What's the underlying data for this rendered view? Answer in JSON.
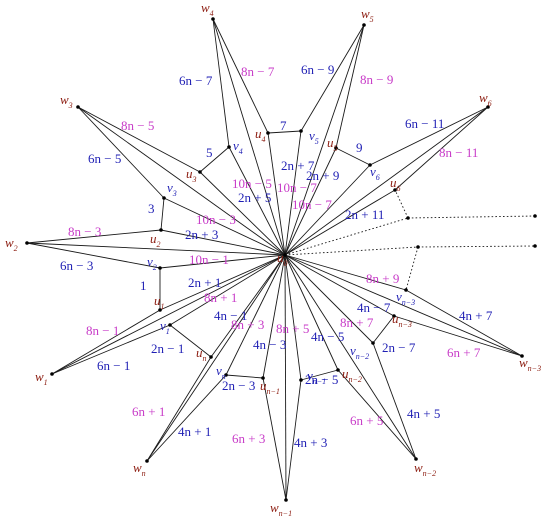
{
  "colors": {
    "edge": "#1a1a1a",
    "vertex_label": "#8b1a0e",
    "v_label": "#1f1fb4",
    "blue_label": "#1f1fb4",
    "magenta_label": "#c83cc8"
  },
  "vertices": [
    {
      "id": "u0",
      "base": "u",
      "sub": "0",
      "color": "vertex_label"
    },
    {
      "id": "w4",
      "base": "w",
      "sub": "4",
      "color": "vertex_label"
    },
    {
      "id": "w5",
      "base": "w",
      "sub": "5",
      "color": "vertex_label"
    },
    {
      "id": "w3",
      "base": "w",
      "sub": "3",
      "color": "vertex_label"
    },
    {
      "id": "w6",
      "base": "w",
      "sub": "6",
      "color": "vertex_label"
    },
    {
      "id": "w2",
      "base": "w",
      "sub": "2",
      "color": "vertex_label"
    },
    {
      "id": "w1",
      "base": "w",
      "sub": "1",
      "color": "vertex_label"
    },
    {
      "id": "wn",
      "base": "w",
      "sub": "n",
      "color": "vertex_label"
    },
    {
      "id": "wn1",
      "base": "w",
      "sub": "n−1",
      "color": "vertex_label"
    },
    {
      "id": "wn2",
      "base": "w",
      "sub": "n−2",
      "color": "vertex_label"
    },
    {
      "id": "wn3",
      "base": "w",
      "sub": "n−3",
      "color": "vertex_label"
    },
    {
      "id": "u1",
      "base": "u",
      "sub": "1",
      "color": "vertex_label"
    },
    {
      "id": "u2",
      "base": "u",
      "sub": "2",
      "color": "vertex_label"
    },
    {
      "id": "u3",
      "base": "u",
      "sub": "3",
      "color": "vertex_label"
    },
    {
      "id": "u4",
      "base": "u",
      "sub": "4",
      "color": "vertex_label"
    },
    {
      "id": "u5",
      "base": "u",
      "sub": "5",
      "color": "vertex_label"
    },
    {
      "id": "u6",
      "base": "u",
      "sub": "6",
      "color": "vertex_label"
    },
    {
      "id": "un",
      "base": "u",
      "sub": "n",
      "color": "vertex_label"
    },
    {
      "id": "un1",
      "base": "u",
      "sub": "n−1",
      "color": "vertex_label"
    },
    {
      "id": "un2",
      "base": "u",
      "sub": "n−2",
      "color": "vertex_label"
    },
    {
      "id": "un3",
      "base": "u",
      "sub": "n−3",
      "color": "vertex_label"
    },
    {
      "id": "v1",
      "base": "v",
      "sub": "1",
      "color": "v_label"
    },
    {
      "id": "v2",
      "base": "v",
      "sub": "2",
      "color": "v_label"
    },
    {
      "id": "v3",
      "base": "v",
      "sub": "3",
      "color": "v_label"
    },
    {
      "id": "v4",
      "base": "v",
      "sub": "4",
      "color": "v_label"
    },
    {
      "id": "v5",
      "base": "v",
      "sub": "5",
      "color": "v_label"
    },
    {
      "id": "v6",
      "base": "v",
      "sub": "6",
      "color": "v_label"
    },
    {
      "id": "vn",
      "base": "v",
      "sub": "n",
      "color": "v_label"
    },
    {
      "id": "vn1",
      "base": "v",
      "sub": "n−1",
      "color": "v_label"
    },
    {
      "id": "vn2",
      "base": "v",
      "sub": "n−2",
      "color": "v_label"
    },
    {
      "id": "vn3",
      "base": "v",
      "sub": "n−3",
      "color": "v_label"
    }
  ],
  "edges": [
    [
      "u0",
      "u1"
    ],
    [
      "u0",
      "u2"
    ],
    [
      "u0",
      "u3"
    ],
    [
      "u0",
      "u4"
    ],
    [
      "u0",
      "u5"
    ],
    [
      "u0",
      "u6"
    ],
    [
      "u0",
      "un"
    ],
    [
      "u0",
      "un1"
    ],
    [
      "u0",
      "un2"
    ],
    [
      "u0",
      "un3"
    ],
    [
      "u0",
      "v1"
    ],
    [
      "u0",
      "v2"
    ],
    [
      "u0",
      "v3"
    ],
    [
      "u0",
      "v4"
    ],
    [
      "u0",
      "v5"
    ],
    [
      "u0",
      "v6"
    ],
    [
      "u0",
      "vn"
    ],
    [
      "u0",
      "vn1"
    ],
    [
      "u0",
      "vn2"
    ],
    [
      "u0",
      "vn3"
    ],
    [
      "u0",
      "w1"
    ],
    [
      "u0",
      "w2"
    ],
    [
      "u0",
      "w3"
    ],
    [
      "u0",
      "w4"
    ],
    [
      "u0",
      "w5"
    ],
    [
      "u0",
      "w6"
    ],
    [
      "u0",
      "wn"
    ],
    [
      "u0",
      "wn1"
    ],
    [
      "u0",
      "wn2"
    ],
    [
      "u0",
      "wn3"
    ],
    [
      "w4",
      "u4"
    ],
    [
      "w4",
      "v4"
    ],
    [
      "w5",
      "u5"
    ],
    [
      "w5",
      "v5"
    ],
    [
      "w3",
      "u3"
    ],
    [
      "w3",
      "v3"
    ],
    [
      "w6",
      "u6"
    ],
    [
      "w6",
      "v6"
    ],
    [
      "w2",
      "u2"
    ],
    [
      "w2",
      "v2"
    ],
    [
      "w1",
      "u1"
    ],
    [
      "w1",
      "v1"
    ],
    [
      "wn",
      "un"
    ],
    [
      "wn",
      "vn"
    ],
    [
      "wn1",
      "un1"
    ],
    [
      "wn1",
      "vn1"
    ],
    [
      "wn2",
      "un2"
    ],
    [
      "wn2",
      "vn2"
    ],
    [
      "wn3",
      "un3"
    ],
    [
      "wn3",
      "vn3"
    ],
    [
      "u1",
      "v2"
    ],
    [
      "u2",
      "v3"
    ],
    [
      "u3",
      "v4"
    ],
    [
      "u4",
      "v5"
    ],
    [
      "u5",
      "v6"
    ],
    [
      "un",
      "v1"
    ],
    [
      "un1",
      "vn"
    ],
    [
      "un2",
      "vn1"
    ],
    [
      "un3",
      "vn2"
    ]
  ],
  "edge_labels": [
    {
      "text": "6n − 7",
      "color": "blue_label"
    },
    {
      "text": "8n − 7",
      "color": "magenta_label"
    },
    {
      "text": "6n − 9",
      "color": "blue_label"
    },
    {
      "text": "8n − 9",
      "color": "magenta_label"
    },
    {
      "text": "8n − 5",
      "color": "magenta_label"
    },
    {
      "text": "6n − 5",
      "color": "blue_label"
    },
    {
      "text": "6n − 11",
      "color": "blue_label"
    },
    {
      "text": "8n − 11",
      "color": "magenta_label"
    },
    {
      "text": "8n − 3",
      "color": "magenta_label"
    },
    {
      "text": "6n − 3",
      "color": "blue_label"
    },
    {
      "text": "7",
      "color": "blue_label"
    },
    {
      "text": "5",
      "color": "blue_label"
    },
    {
      "text": "9",
      "color": "blue_label"
    },
    {
      "text": "3",
      "color": "blue_label"
    },
    {
      "text": "1",
      "color": "blue_label"
    },
    {
      "text": "2n + 7",
      "color": "blue_label"
    },
    {
      "text": "2n + 5",
      "color": "blue_label"
    },
    {
      "text": "2n + 9",
      "color": "blue_label"
    },
    {
      "text": "2n + 11",
      "color": "blue_label"
    },
    {
      "text": "2n + 3",
      "color": "blue_label"
    },
    {
      "text": "2n + 1",
      "color": "blue_label"
    },
    {
      "text": "10n − 5",
      "color": "magenta_label"
    },
    {
      "text": "10n − 7",
      "color": "magenta_label"
    },
    {
      "text": "10n − 7",
      "color": "magenta_label"
    },
    {
      "text": "10n − 3",
      "color": "magenta_label"
    },
    {
      "text": "10n − 1",
      "color": "magenta_label"
    },
    {
      "text": "8n + 9",
      "color": "magenta_label"
    },
    {
      "text": "8n + 1",
      "color": "magenta_label"
    },
    {
      "text": "4n − 1",
      "color": "blue_label"
    },
    {
      "text": "8n − 1",
      "color": "magenta_label"
    },
    {
      "text": "8n + 3",
      "color": "magenta_label"
    },
    {
      "text": "8n + 5",
      "color": "magenta_label"
    },
    {
      "text": "8n + 7",
      "color": "magenta_label"
    },
    {
      "text": "4n − 7",
      "color": "blue_label"
    },
    {
      "text": "4n + 7",
      "color": "blue_label"
    },
    {
      "text": "4n − 3",
      "color": "blue_label"
    },
    {
      "text": "4n − 5",
      "color": "blue_label"
    },
    {
      "text": "2n − 1",
      "color": "blue_label"
    },
    {
      "text": "6n − 1",
      "color": "blue_label"
    },
    {
      "text": "2n − 7",
      "color": "blue_label"
    },
    {
      "text": "6n + 7",
      "color": "magenta_label"
    },
    {
      "text": "2n − 3",
      "color": "blue_label"
    },
    {
      "text": "2n − 5",
      "color": "blue_label"
    },
    {
      "text": "6n + 1",
      "color": "magenta_label"
    },
    {
      "text": "4n + 1",
      "color": "blue_label"
    },
    {
      "text": "6n + 3",
      "color": "magenta_label"
    },
    {
      "text": "4n + 3",
      "color": "blue_label"
    },
    {
      "text": "6n + 5",
      "color": "magenta_label"
    },
    {
      "text": "4n + 5",
      "color": "blue_label"
    }
  ]
}
